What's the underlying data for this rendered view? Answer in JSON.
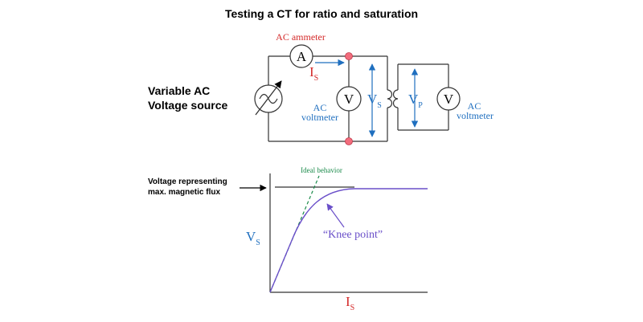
{
  "title": "Testing a CT for ratio and saturation",
  "colors": {
    "red": "#d42a2a",
    "blue": "#1f6fbf",
    "green": "#1a8a4a",
    "purple": "#6a4fc9",
    "black": "#000000",
    "node": "#f26d7d"
  },
  "circuit": {
    "source_label_line1": "Variable AC",
    "source_label_line2": "Voltage source",
    "ammeter_label": "AC ammeter",
    "ammeter_symbol": "A",
    "current_label_main": "I",
    "current_label_sub": "S",
    "secondary_voltmeter_symbol": "V",
    "secondary_voltmeter_label_line1": "AC",
    "secondary_voltmeter_label_line2": "voltmeter",
    "vs_main": "V",
    "vs_sub": "S",
    "vp_main": "V",
    "vp_sub": "P",
    "primary_voltmeter_symbol": "V",
    "primary_voltmeter_label_line1": "AC",
    "primary_voltmeter_label_line2": "voltmeter"
  },
  "graph": {
    "max_flux_label_line1": "Voltage representing",
    "max_flux_label_line2": "max. magnetic flux",
    "ideal_label": "Ideal behavior",
    "knee_label": "“Knee point”",
    "y_axis_main": "V",
    "y_axis_sub": "S",
    "x_axis_main": "I",
    "x_axis_sub": "S"
  }
}
